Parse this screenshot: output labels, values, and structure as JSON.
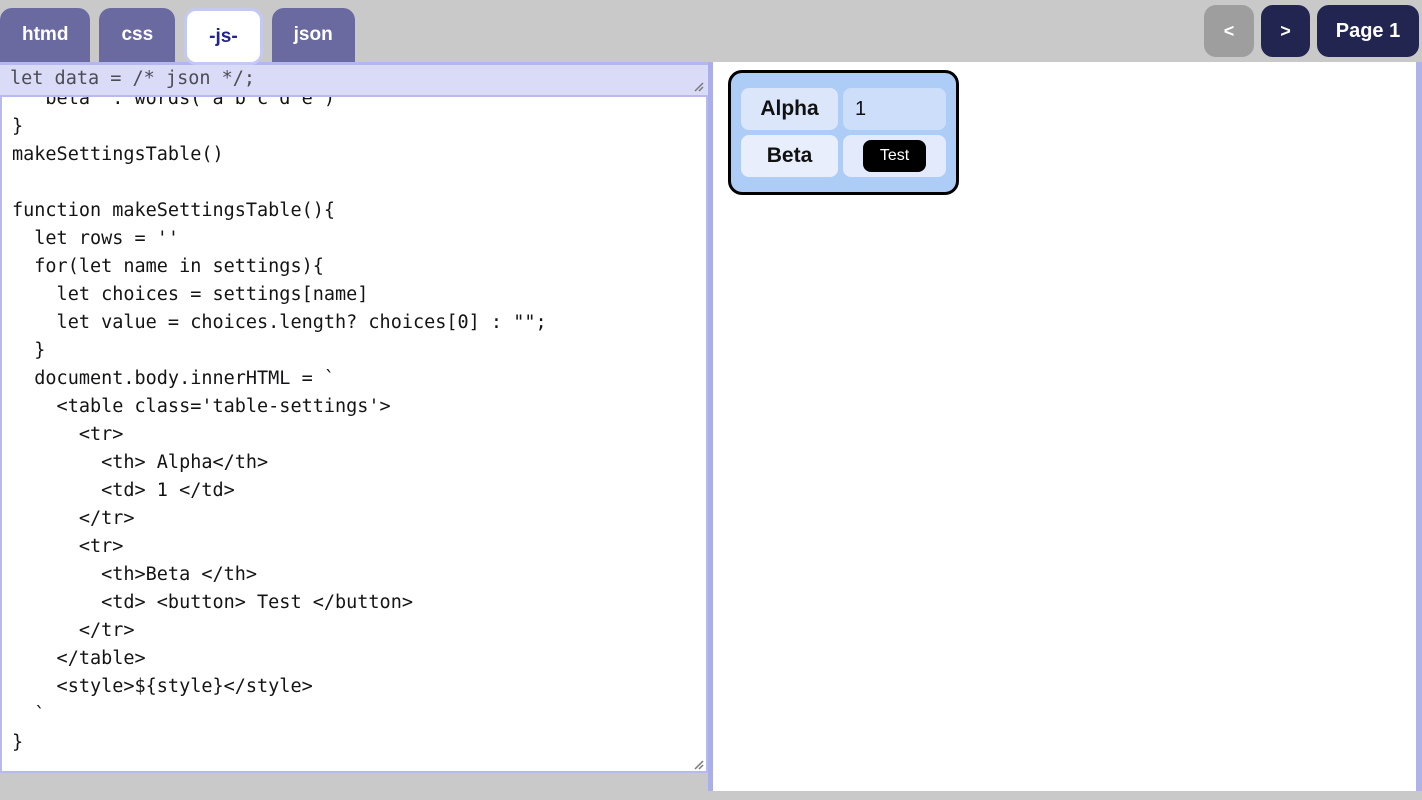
{
  "tabs": [
    {
      "label": "htmd",
      "active": false
    },
    {
      "label": "css",
      "active": false
    },
    {
      "label": "-js-",
      "active": true
    },
    {
      "label": "json",
      "active": false
    }
  ],
  "pager": {
    "prev_label": "<",
    "next_label": ">",
    "page_label": "Page 1"
  },
  "editor": {
    "pinned_line": "let data = /* json */;",
    "code_lines": [
      "  'beta' : words('a b c d e')",
      "}",
      "makeSettingsTable()",
      "",
      "function makeSettingsTable(){",
      "  let rows = ''",
      "  for(let name in settings){",
      "    let choices = settings[name]",
      "    let value = choices.length? choices[0] : \"\";",
      "  }",
      "  document.body.innerHTML = `",
      "    <table class='table-settings'>",
      "      <tr>",
      "        <th> Alpha</th>",
      "        <td> 1 </td>",
      "      </tr>",
      "      <tr>",
      "        <th>Beta </th>",
      "        <td> <button> Test </button>",
      "      </tr>",
      "    </table>",
      "    <style>${style}</style>",
      "  `",
      "}"
    ]
  },
  "preview": {
    "table": {
      "rows": [
        {
          "header": "Alpha",
          "value": "1",
          "value_type": "text"
        },
        {
          "header": "Beta",
          "value": "Test",
          "value_type": "button"
        }
      ]
    }
  },
  "colors": {
    "page_background": "#c9c9c9",
    "tab_inactive": "#6a6aa1",
    "tab_active_text": "#23238c",
    "nav_button_navy": "#22254f",
    "prev_button_gray": "#9e9e9e",
    "pinned_line_bg": "#d9dbf7",
    "editor_border": "#b6baef",
    "preview_border": "#abaee9",
    "preview_table_bg": "#aecdf6",
    "test_button_bg": "#000000"
  }
}
